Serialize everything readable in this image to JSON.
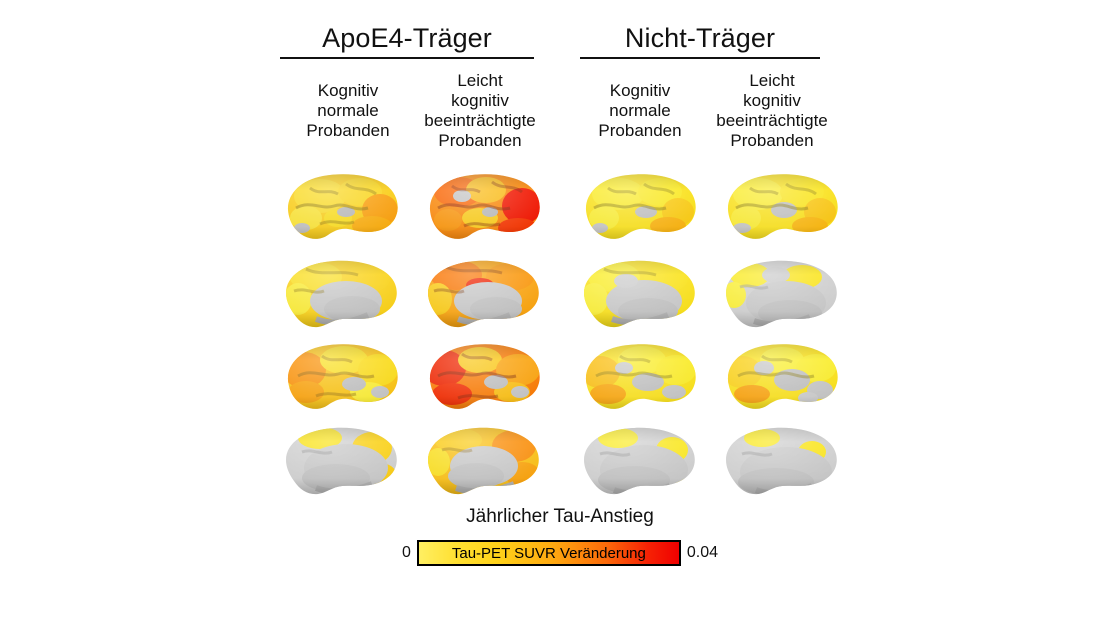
{
  "figure": {
    "groups": [
      {
        "id": "apoe4-carrier",
        "label": "ApoE4-Träger"
      },
      {
        "id": "non-carrier",
        "label": "Nicht-Träger"
      }
    ],
    "columns": [
      {
        "id": "cn-carrier",
        "group": "apoe4-carrier",
        "label": "Kognitiv\nnormale\nProbanden"
      },
      {
        "id": "mci-carrier",
        "group": "apoe4-carrier",
        "label": "Leicht\nkognitiv\nbeeinträchtigte\nProbanden"
      },
      {
        "id": "cn-non",
        "group": "non-carrier",
        "label": "Kognitiv\nnormale\nProbanden"
      },
      {
        "id": "mci-non",
        "group": "non-carrier",
        "label": "Leicht\nkognitiv\nbeeinträchtigte\nProbanden"
      }
    ],
    "rows": [
      {
        "id": "lh-lateral",
        "view": "left-hemisphere-lateral"
      },
      {
        "id": "lh-medial",
        "view": "left-hemisphere-medial"
      },
      {
        "id": "rh-lateral",
        "view": "right-hemisphere-lateral"
      },
      {
        "id": "rh-medial",
        "view": "right-hemisphere-medial"
      }
    ],
    "colorbar": {
      "title": "Jährlicher Tau-Anstieg",
      "inner_label": "Tau-PET SUVR Veränderung",
      "min_label": "0",
      "max_label": "0.04"
    }
  },
  "chart_data": {
    "type": "heatmap",
    "title": "Jährlicher Tau-Anstieg",
    "subtitle": "Tau-PET SUVR Veränderung",
    "xlabel": "",
    "ylabel": "",
    "grid": false,
    "legend_position": "bottom",
    "colorbar": {
      "label": "Tau-PET SUVR Veränderung",
      "min": 0,
      "max": 0.04,
      "min_label": "0",
      "max_label": "0.04",
      "colors": [
        "#ffef62",
        "#ffd21a",
        "#ffa810",
        "#fc6a0a",
        "#f00000"
      ],
      "below_threshold_color": "#c8c8c8"
    },
    "categories": [
      "ApoE4-Träger / Kognitiv normale Probanden",
      "ApoE4-Träger / Leicht kognitiv beeinträchtigte Probanden",
      "Nicht-Träger / Kognitiv normale Probanden",
      "Nicht-Träger / Leicht kognitiv beeinträchtigte Probanden"
    ],
    "rows": [
      "Linke Hemisphäre lateral",
      "Linke Hemisphäre medial",
      "Rechte Hemisphäre lateral",
      "Rechte Hemisphäre medial"
    ],
    "series": [
      {
        "name": "ApoE4-Träger / Kognitiv normale Probanden",
        "values": [
          0.021,
          0.018,
          0.022,
          0.012
        ]
      },
      {
        "name": "ApoE4-Träger / Leicht kognitiv beeinträchtigte Probanden",
        "values": [
          0.033,
          0.028,
          0.034,
          0.024
        ]
      },
      {
        "name": "Nicht-Träger / Kognitiv normale Probanden",
        "values": [
          0.013,
          0.01,
          0.013,
          0.008
        ]
      },
      {
        "name": "Nicht-Träger / Leicht kognitiv beeinträchtigte Probanden",
        "values": [
          0.014,
          0.009,
          0.014,
          0.007
        ]
      }
    ]
  }
}
